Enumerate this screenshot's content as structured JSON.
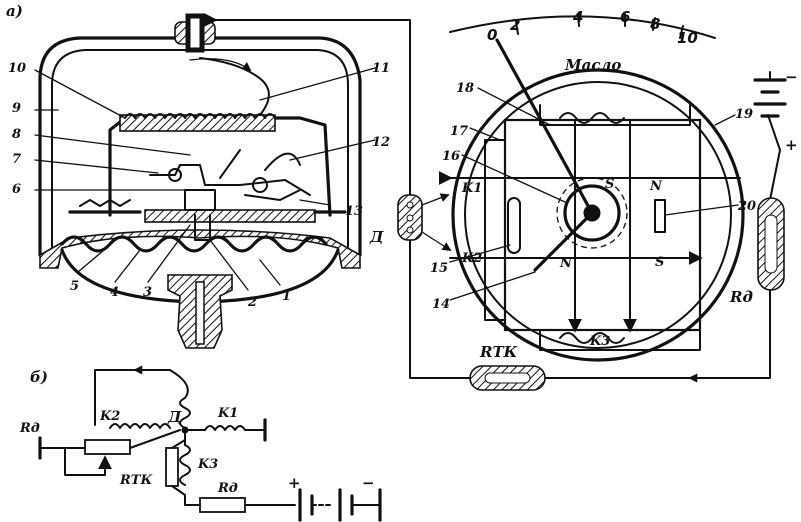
{
  "labels": {
    "view_a": "а)",
    "view_b": "б)",
    "n1": "1",
    "n2": "2",
    "n3": "3",
    "n4": "4",
    "n5": "5",
    "n6": "6",
    "n7": "7",
    "n8": "8",
    "n9": "9",
    "n10": "10",
    "n11": "11",
    "n12": "12",
    "n13": "13",
    "n14": "14",
    "n15": "15",
    "n16": "16",
    "n17": "17",
    "n18": "18",
    "n19": "19",
    "n20": "20",
    "d_top": "Д",
    "d_schema": "Д",
    "k1_top": "K1",
    "k2_top": "K2",
    "k3_top": "K3",
    "k1_schema": "K1",
    "k2_schema": "K2",
    "k3_schema": "K3",
    "s_top": "S",
    "s_bottom": "S",
    "n_right": "N",
    "n_bottom": "N",
    "rd_top": "Rд",
    "rtk_top": "RТК",
    "rd_left": "Rд",
    "rtk_schema": "RТК",
    "rd_bottom": "Rд",
    "plus_top": "+",
    "minus_top": "−",
    "plus_schema": "+",
    "minus_schema": "−"
  },
  "gauge": {
    "title": "Масло",
    "scale": [
      "0",
      "2",
      "4",
      "6",
      "8",
      "10"
    ]
  }
}
